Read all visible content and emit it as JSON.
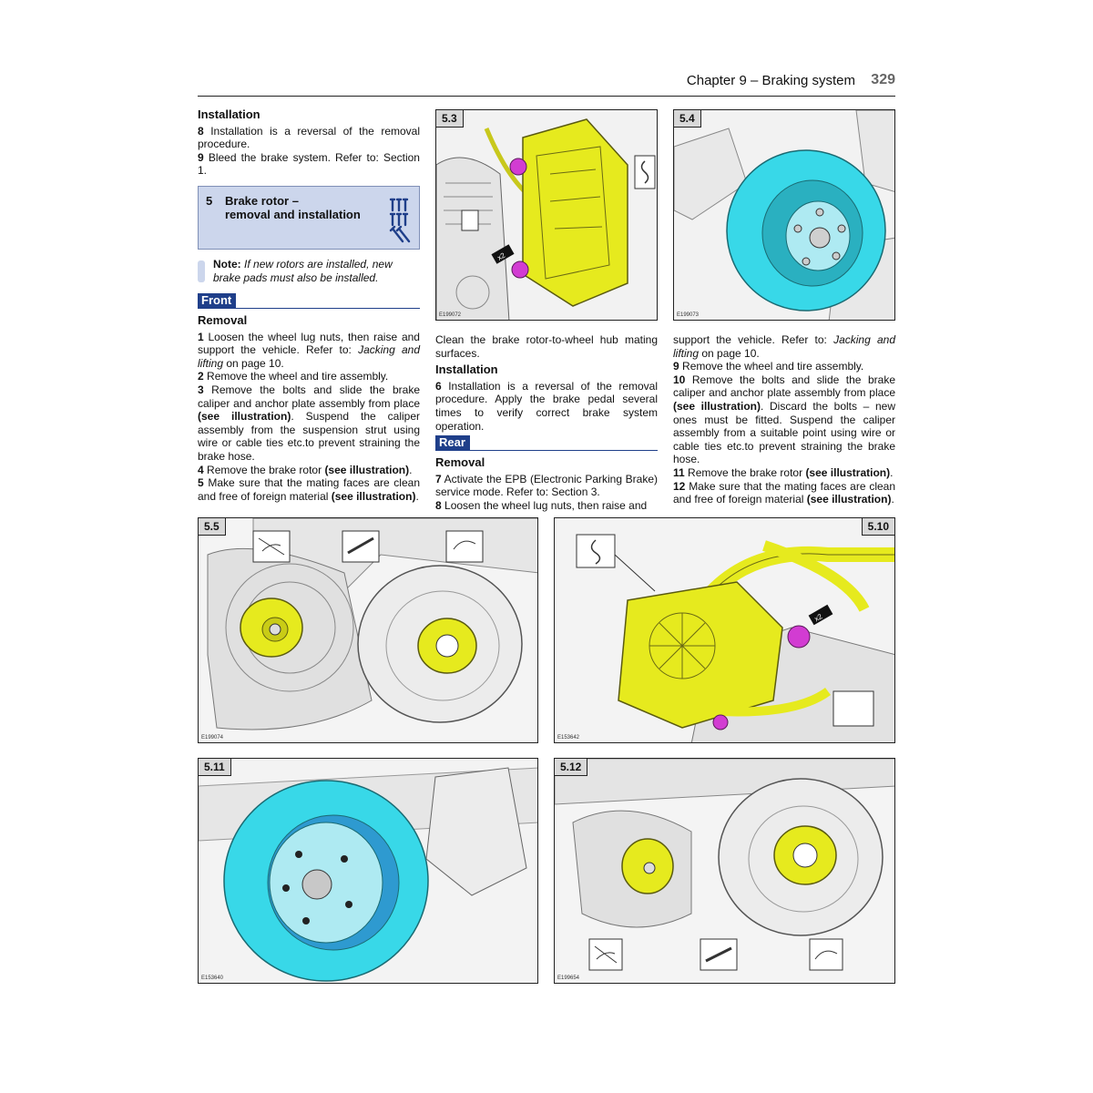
{
  "header": {
    "chapter": "Chapter 9 – Braking system",
    "page_number": "329"
  },
  "col1": {
    "installation_heading": "Installation",
    "step8_num": "8",
    "step8_text": "Installation is a reversal of the removal procedure.",
    "step9_num": "9",
    "step9_text": "Bleed the brake system. Refer to: Section 1.",
    "section_number": "5",
    "section_title_1": "Brake rotor –",
    "section_title_2": "removal and installation",
    "note_label": "Note:",
    "note_text": "If new rotors are installed, new brake pads must also be installed.",
    "front_tag": "Front",
    "removal_heading": "Removal",
    "s1_num": "1",
    "s1_a": "Loosen the wheel lug nuts, then raise and support the vehicle. Refer to: ",
    "s1_ref": "Jacking and lifting",
    "s1_b": " on page 10.",
    "s2_num": "2",
    "s2_text": "Remove the wheel and tire assembly.",
    "s3_num": "3",
    "s3_a": "Remove the bolts and slide the brake caliper and anchor plate assembly from place ",
    "s3_see": "(see illustration)",
    "s3_b": ". Suspend the caliper assembly from the suspension strut using wire or cable ties etc.to prevent straining the brake hose.",
    "s4_num": "4",
    "s4_a": "Remove the brake rotor ",
    "s4_see": "(see illustration)",
    "s4_b": ".",
    "s5_num": "5",
    "s5_a": "Make sure that the mating faces are clean and free of foreign material ",
    "s5_see": "(see illustration)",
    "s5_b": "."
  },
  "col2": {
    "cont_text": "Clean the brake rotor-to-wheel hub mating surfaces.",
    "installation_heading": "Installation",
    "s6_num": "6",
    "s6_text": "Installation is a reversal of the removal procedure. Apply the brake pedal several times to verify correct brake system operation.",
    "rear_tag": "Rear",
    "removal_heading": "Removal",
    "s7_num": "7",
    "s7_text": "Activate the EPB (Electronic Parking Brake) service mode. Refer to: Section 3.",
    "s8_num": "8",
    "s8_text": "Loosen the wheel lug nuts, then raise and"
  },
  "col3": {
    "cont_a": "support the vehicle. Refer to: ",
    "cont_ref": "Jacking and lifting",
    "cont_b": " on page 10.",
    "s9_num": "9",
    "s9_text": "Remove the wheel and tire assembly.",
    "s10_num": "10",
    "s10_a": "Remove the bolts and slide the brake caliper and anchor plate assembly from place ",
    "s10_see": "(see illustration)",
    "s10_b": ". Discard the bolts – new ones must be fitted. Suspend the caliper assembly from a suitable point using wire or cable ties etc.to prevent straining the brake hose.",
    "s11_num": "11",
    "s11_a": "Remove the brake rotor ",
    "s11_see": "(see illustration)",
    "s11_b": ".",
    "s12_num": "12",
    "s12_a": "Make sure that the mating faces are clean and free of foreign material ",
    "s12_see": "(see illustration)",
    "s12_b": "."
  },
  "figures": {
    "f53": {
      "label": "5.3",
      "code": "E199072",
      "callout": "x2"
    },
    "f54": {
      "label": "5.4",
      "code": "E199073"
    },
    "f55": {
      "label": "5.5",
      "code": "E199074"
    },
    "f510": {
      "label": "5.10",
      "code": "E153642",
      "callout": "x2"
    },
    "f511": {
      "label": "5.11",
      "code": "E153640"
    },
    "f512": {
      "label": "5.12",
      "code": "E199654"
    }
  },
  "colors": {
    "highlight_yellow": "#e6ea1e",
    "highlight_cyan": "#38d8e8",
    "highlight_magenta": "#d23cd2",
    "tag_blue": "#1f3f8a",
    "section_box": "#ccd6ec"
  }
}
